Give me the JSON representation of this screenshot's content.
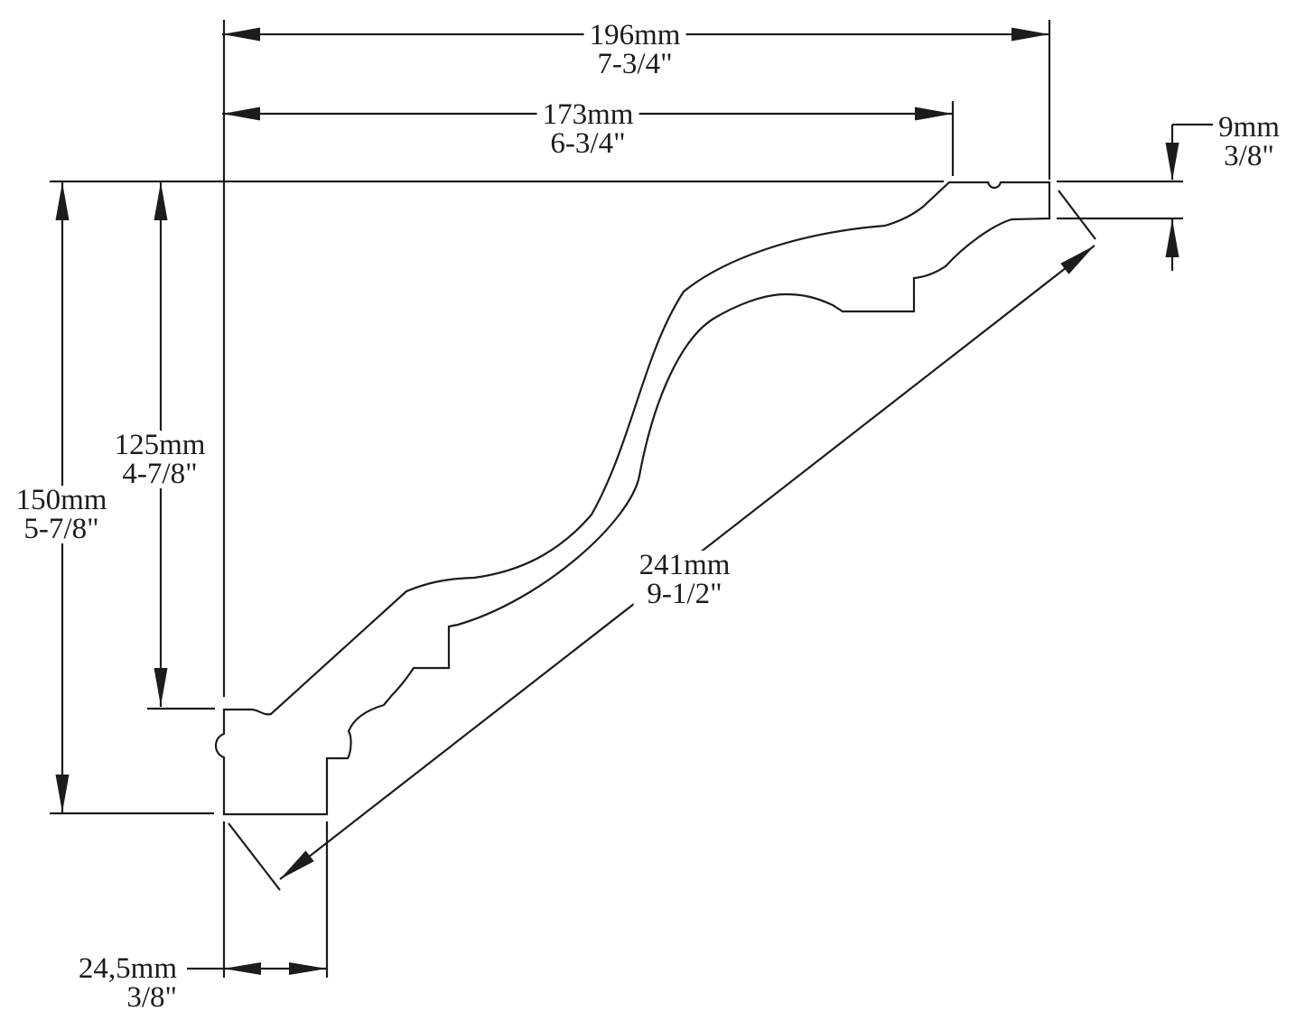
{
  "page": {
    "background": "#ffffff",
    "line_color": "#1c1c1c"
  },
  "drawing": {
    "title": "Crown moulding profile cross-section with dimensions",
    "units": [
      "mm",
      "inches"
    ],
    "dimensions": {
      "total_width": {
        "mm": "196mm",
        "inches": "7-3/4\""
      },
      "upper_face_width": {
        "mm": "173mm",
        "inches": "6-3/4\""
      },
      "top_edge_thickness": {
        "mm": "9mm",
        "inches": "3/8\""
      },
      "wall_drop_height": {
        "mm": "125mm",
        "inches": "4-7/8\""
      },
      "total_height": {
        "mm": "150mm",
        "inches": "5-7/8\""
      },
      "diagonal_face_length": {
        "mm": "241mm",
        "inches": "9-1/2\""
      },
      "bottom_edge_thickness": {
        "mm": "24,5mm",
        "inches": "3/8\""
      }
    }
  }
}
